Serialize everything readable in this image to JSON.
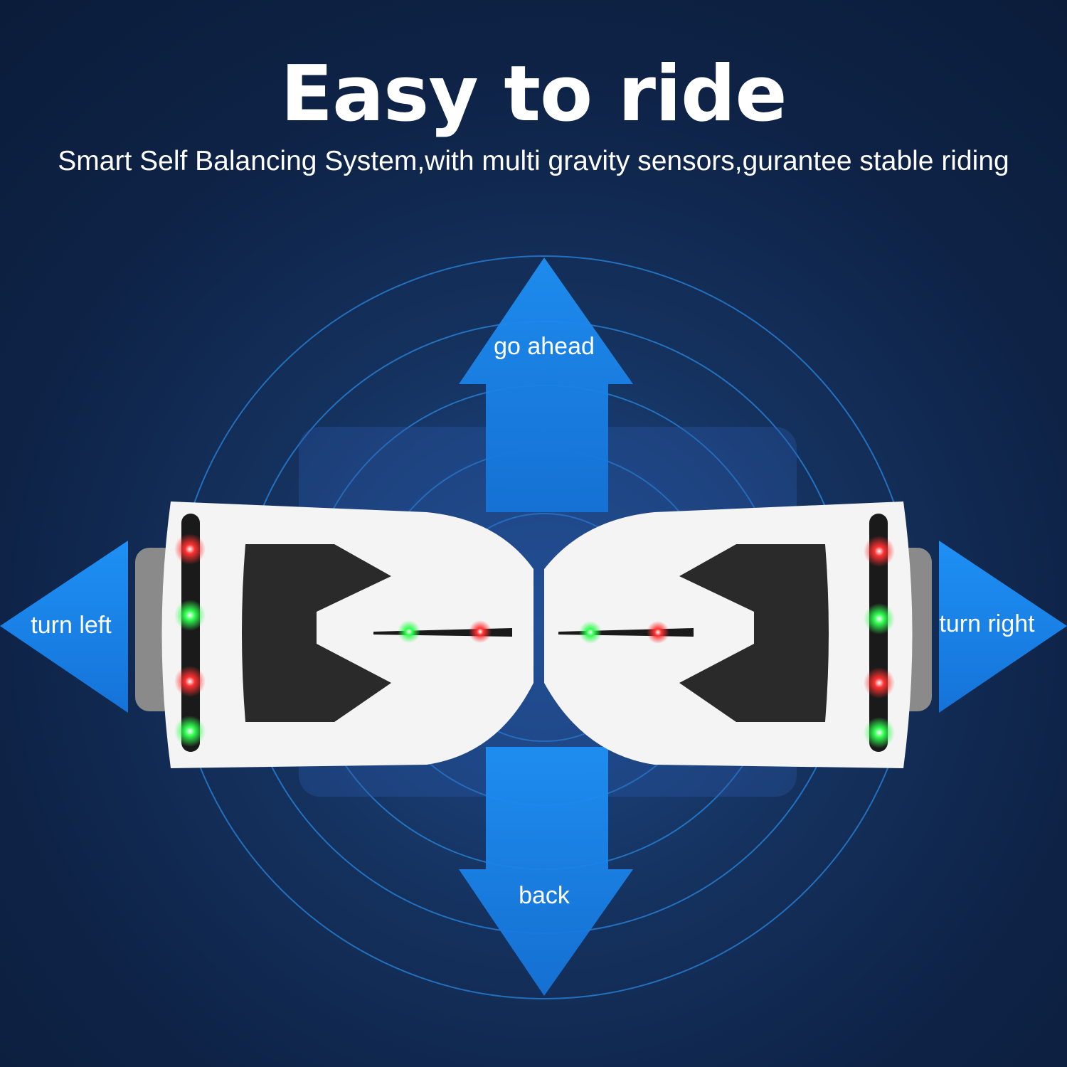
{
  "header": {
    "title": "Easy to ride",
    "subtitle": "Smart Self Balancing System,with multi gravity sensors,gurantee stable riding"
  },
  "directions": {
    "ahead": "go ahead",
    "back": "back",
    "left": "turn left",
    "right": "turn right"
  },
  "colors": {
    "background": "#0e2347",
    "arrow": "#1a8cf0",
    "board": "#f4f4f4",
    "pad": "#2a2a2a",
    "led_red": "#ff3030",
    "led_green": "#30ff50"
  }
}
